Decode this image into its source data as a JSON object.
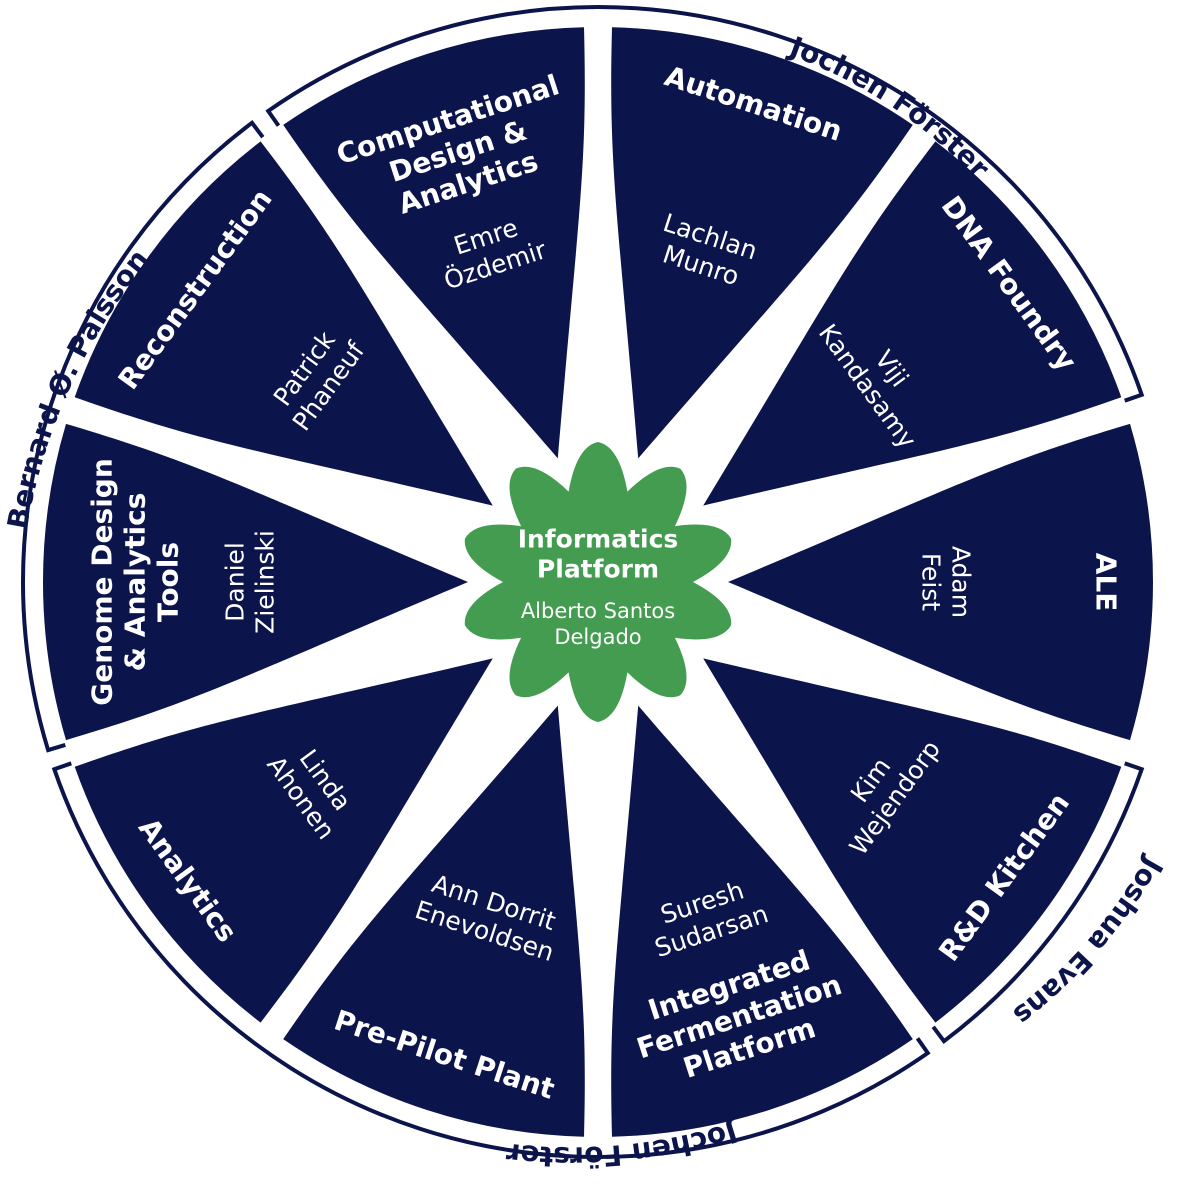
{
  "colors": {
    "navy": "#0c144c",
    "green": "#449c50",
    "white": "#ffffff"
  },
  "center": {
    "title": [
      "Informatics",
      "Platform"
    ],
    "person": [
      "Alberto Santos",
      "Delgado"
    ]
  },
  "segments": [
    {
      "title": [
        "Automation"
      ],
      "person": [
        "Lachlan",
        "Munro"
      ]
    },
    {
      "title": [
        "DNA Foundry"
      ],
      "person": [
        "Viji",
        "Kandasamy"
      ]
    },
    {
      "title": [
        "ALE"
      ],
      "person": [
        "Adam",
        "Feist"
      ]
    },
    {
      "title": [
        "R&D Kitchen"
      ],
      "person": [
        "Kim",
        "Wejendorp"
      ]
    },
    {
      "title": [
        "Integrated",
        "Fermentation",
        "Platform"
      ],
      "person": [
        "Suresh",
        "Sudarsan"
      ]
    },
    {
      "title": [
        "Pre-Pilot Plant"
      ],
      "person": [
        "Ann Dorrit",
        "Enevoldsen"
      ]
    },
    {
      "title": [
        "Analytics"
      ],
      "person": [
        "Linda",
        "Ahonen"
      ]
    },
    {
      "title": [
        "Genome Design",
        "& Analytics",
        "Tools"
      ],
      "person": [
        "Daniel",
        "Zielinski"
      ]
    },
    {
      "title": [
        "Reconstruction"
      ],
      "person": [
        "Patrick",
        "Phaneuf"
      ]
    },
    {
      "title": [
        "Computational",
        "Design &",
        "Analytics"
      ],
      "person": [
        "Emre",
        "Özdemir"
      ]
    }
  ],
  "groups": [
    {
      "label": "Jochen Förster"
    },
    {
      "label": "Joshua Evans"
    },
    {
      "label": "Jochen Förster"
    },
    {
      "label": "Bernard Ø. Palsson"
    }
  ]
}
